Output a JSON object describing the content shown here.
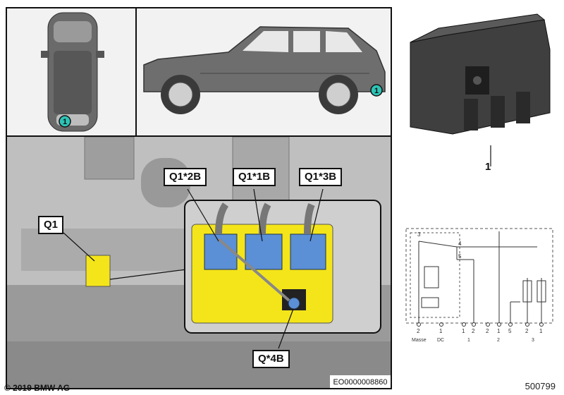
{
  "labels": {
    "q1": "Q1",
    "q1_2b": "Q1*2B",
    "q1_1b": "Q1*1B",
    "q1_3b": "Q1*3B",
    "q_4b": "Q*4B",
    "marker": "1",
    "part_number": "1"
  },
  "schematic": {
    "pins_top": [
      "3",
      "4",
      "5"
    ],
    "pins_bottom": [
      "2",
      "1",
      "1",
      "2",
      "2",
      "1",
      "5",
      "2",
      "1"
    ],
    "groups": [
      "Masse",
      "DC",
      "1",
      "2",
      "3"
    ]
  },
  "footer": {
    "copyright": "© 2019 BMW AG",
    "image_code": "EO0000008860",
    "doc_number": "500799"
  },
  "colors": {
    "highlight_yellow": "#f4e51a",
    "connector_blue": "#5b8fd6",
    "marker_teal": "#2ec4b6"
  }
}
